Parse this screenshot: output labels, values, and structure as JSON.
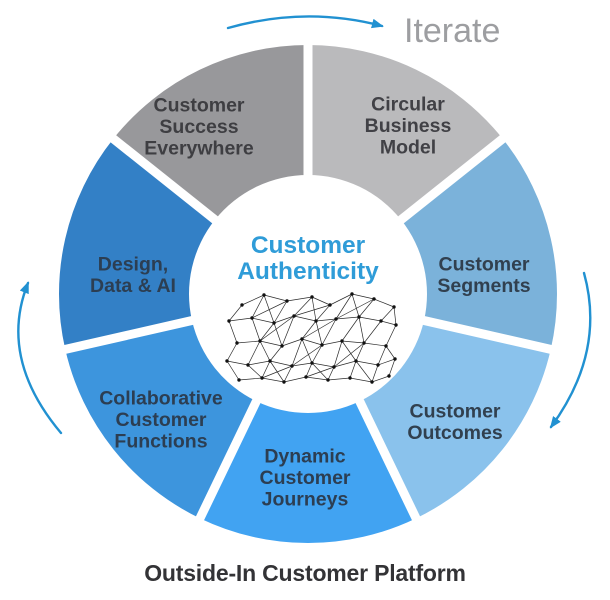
{
  "diagram": {
    "iterate_label": "Iterate",
    "caption": "Outside-In Customer Platform",
    "center": {
      "title": "Customer Authenticity",
      "lines": [
        "Customer",
        "Authenticity"
      ],
      "color": "#2f9cd8"
    },
    "wheel": {
      "arrow_color": "#2191d1",
      "segments": [
        {
          "id": "circular-business-model",
          "label": "Circular Business Model",
          "lines": [
            "Circular",
            "Business",
            "Model"
          ],
          "color": "#bababc",
          "text_color": "#414146"
        },
        {
          "id": "customer-segments",
          "label": "Customer Segments",
          "lines": [
            "Customer",
            "Segments"
          ],
          "color": "#7bb2da",
          "text_color": "#31404f"
        },
        {
          "id": "customer-outcomes",
          "label": "Customer Outcomes",
          "lines": [
            "Customer",
            "Outcomes"
          ],
          "color": "#8ac2ec",
          "text_color": "#31404f"
        },
        {
          "id": "dynamic-customer-journeys",
          "label": "Dynamic Customer Journeys",
          "lines": [
            "Dynamic",
            "Customer",
            "Journeys"
          ],
          "color": "#41a3f2",
          "text_color": "#2c3e52"
        },
        {
          "id": "collaborative-customer-functions",
          "label": "Collaborative Customer Functions",
          "lines": [
            "Collaborative",
            "Customer",
            "Functions"
          ],
          "color": "#3d95dd",
          "text_color": "#2c3e52"
        },
        {
          "id": "design-data-ai",
          "label": "Design, Data & AI",
          "lines": [
            "Design,",
            "Data & AI"
          ],
          "color": "#3380c6",
          "text_color": "#2c3e52"
        },
        {
          "id": "customer-success-everywhere",
          "label": "Customer Success Everywhere",
          "lines": [
            "Customer",
            "Success",
            "Everywhere"
          ],
          "color": "#98989b",
          "text_color": "#3e3e42"
        }
      ]
    }
  }
}
